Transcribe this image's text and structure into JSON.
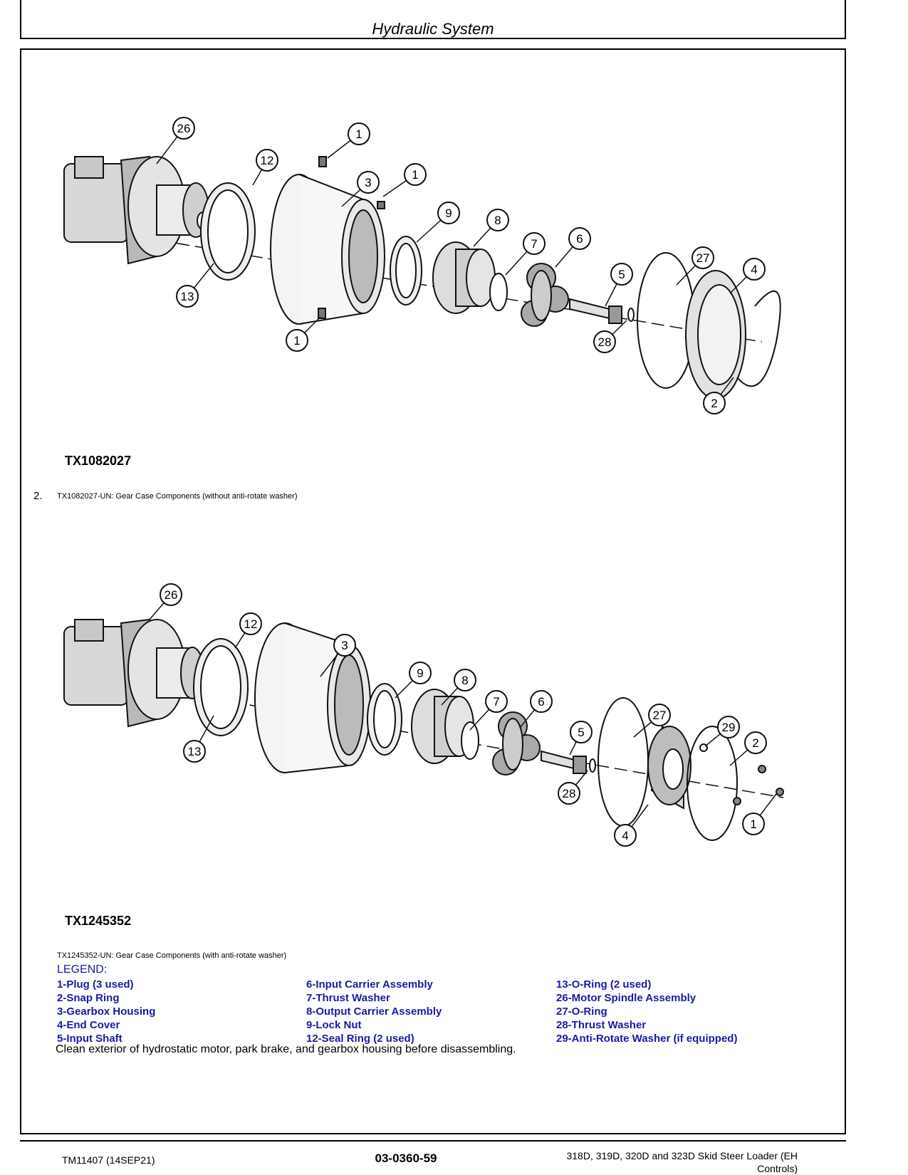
{
  "header": {
    "title": "Hydraulic System"
  },
  "figure1": {
    "id": "TX1082027",
    "step_number": "2.",
    "caption": "TX1082027-UN: Gear Case Components (without anti-rotate washer)",
    "callouts": [
      "26",
      "12",
      "1",
      "3",
      "1",
      "9",
      "8",
      "7",
      "6",
      "13",
      "5",
      "27",
      "4",
      "1",
      "28",
      "2"
    ]
  },
  "figure2": {
    "id": "TX1245352",
    "caption": "TX1245352-UN: Gear Case Components (with anti-rotate washer)",
    "callouts": [
      "26",
      "12",
      "3",
      "9",
      "8",
      "7",
      "6",
      "13",
      "5",
      "27",
      "29",
      "2",
      "28",
      "1",
      "4"
    ]
  },
  "legend": {
    "title": "LEGEND:",
    "col1": [
      "1-Plug (3 used)",
      "2-Snap Ring",
      "3-Gearbox Housing",
      "4-End Cover",
      "5-Input Shaft"
    ],
    "col2": [
      "6-Input Carrier Assembly",
      "7-Thrust Washer",
      "8-Output Carrier Assembly",
      "9-Lock Nut",
      "12-Seal Ring (2 used)"
    ],
    "col3": [
      "13-O-Ring (2 used)",
      "26-Motor Spindle Assembly",
      "27-O-Ring",
      "28-Thrust Washer",
      "29-Anti-Rotate Washer (if equipped)"
    ]
  },
  "instruction": "Clean exterior of hydrostatic motor, park brake, and gearbox housing before disassembling.",
  "footer": {
    "left": "TM11407 (14SEP21)",
    "center": "03-0360-59",
    "right_line1": "318D, 319D, 320D and 323D Skid Steer Loader (EH",
    "right_line2": "Controls)"
  }
}
